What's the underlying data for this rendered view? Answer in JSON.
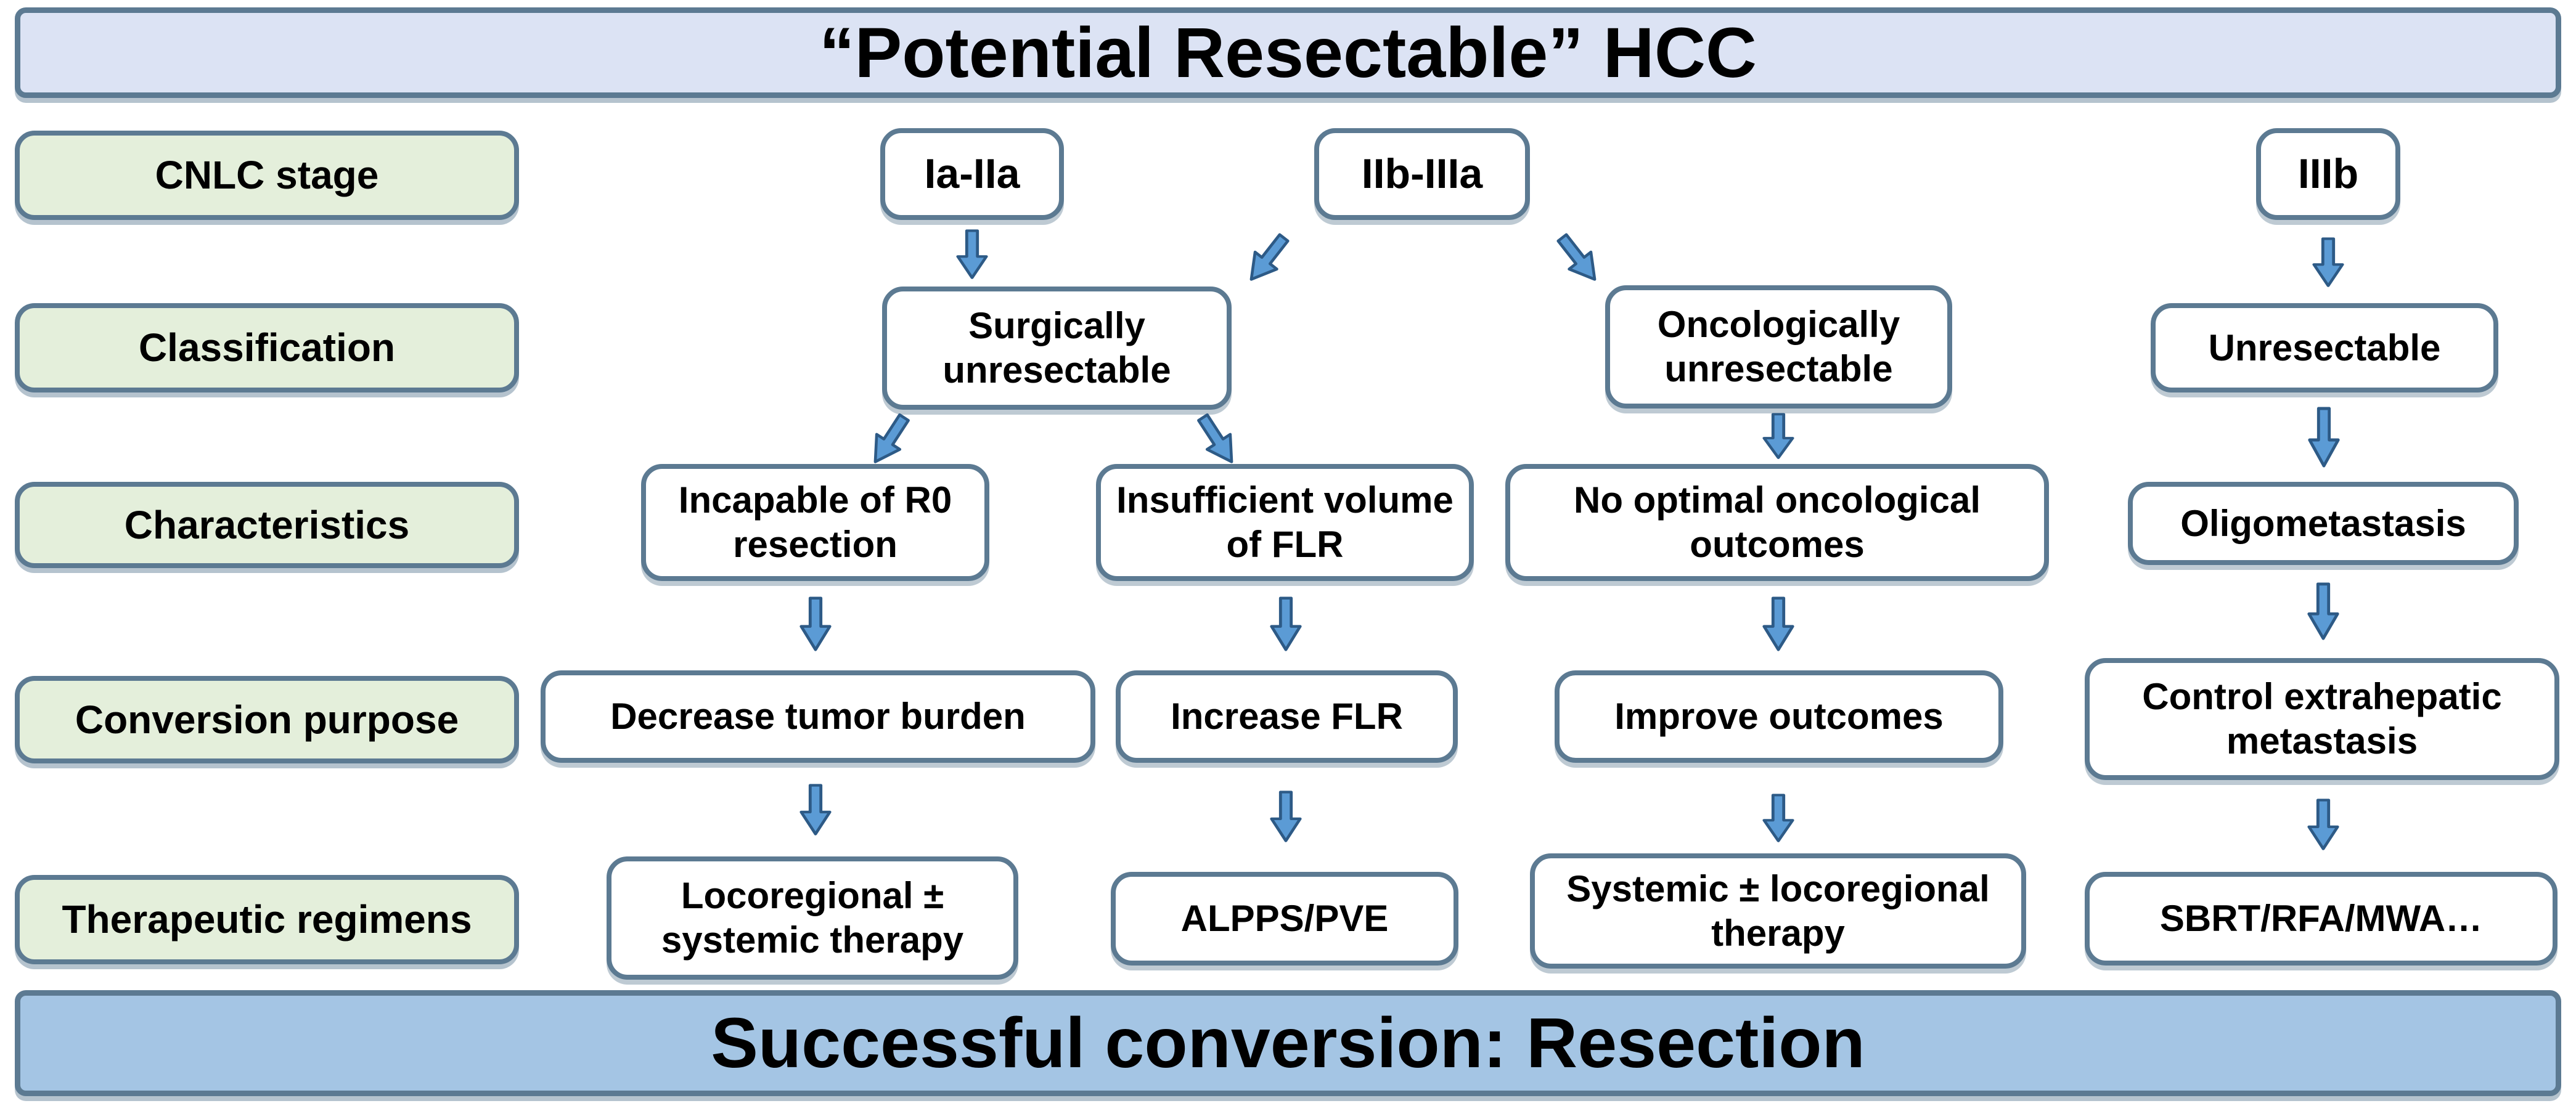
{
  "banners": {
    "top": "“Potential Resectable” HCC",
    "bottom": "Successful conversion: Resection"
  },
  "row_labels": {
    "cnlc_stage": "CNLC stage",
    "classification": "Classification",
    "characteristics": "Characteristics",
    "conversion_purpose": "Conversion purpose",
    "therapeutic_regimens": "Therapeutic regimens"
  },
  "nodes": {
    "stage_ia_iia": "Ia-IIa",
    "stage_iib_iiia": "IIb-IIIa",
    "stage_iiib": "IIIb",
    "class_surgically_unresectable": "Surgically unresectable",
    "class_oncologically_unresectable": "Oncologically unresectable",
    "class_unresectable": "Unresectable",
    "char_incapable_r0": "Incapable of R0 resection",
    "char_insufficient_flr": "Insufficient volume of FLR",
    "char_no_optimal_outcomes": "No optimal oncological outcomes",
    "char_oligometastasis": "Oligometastasis",
    "purpose_decrease_tumor_burden": "Decrease tumor burden",
    "purpose_increase_flr": "Increase FLR",
    "purpose_improve_outcomes": "Improve outcomes",
    "purpose_control_extrahepatic": "Control extrahepatic metastasis",
    "regimen_locoregional_systemic": "Locoregional ± systemic therapy",
    "regimen_alpps_pve": "ALPPS/PVE",
    "regimen_systemic_locoregional": "Systemic ± locoregional therapy",
    "regimen_sbrt_rfa_mwa": "SBRT/RFA/MWA…"
  },
  "colors": {
    "top_banner_fill": "#dce3f4",
    "bottom_banner_fill": "#a4c5e4",
    "row_label_fill": "#e4efdb",
    "node_fill": "#ffffff",
    "border": "#5c7a92",
    "arrow_fill": "#5b9bd5",
    "arrow_stroke": "#2d5a86",
    "text": "#000000"
  }
}
